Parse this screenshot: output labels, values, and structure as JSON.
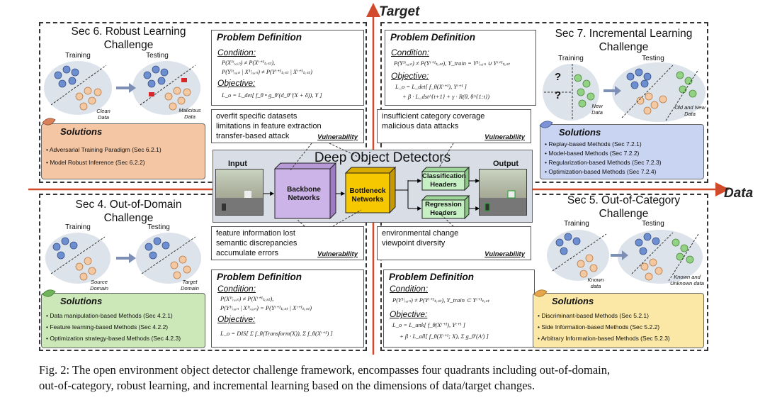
{
  "axes": {
    "target": "Target",
    "data": "Data"
  },
  "center": {
    "title": "Deep Object Detectors",
    "input": "Input",
    "output": "Output",
    "backbone": "Backbone Networks",
    "bottleneck": "Bottleneck Networks",
    "classification": "Classification Headers",
    "regression": "Regression Headers"
  },
  "q_robust": {
    "title_line1": "Sec 6. Robust Learning",
    "title_line2": "Challenge",
    "training": "Training",
    "testing": "Testing",
    "clean": "Clean Data",
    "malicious": "Malicious Data",
    "problem": "Problem Definition",
    "condition": "Condition:",
    "objective": "Objective:",
    "f1": "P(X¹ᵗᵣₐᵢₙ) ≠ P(Xᵗ⁺¹ₜₑₛₜ),",
    "f2": "P(Y¹ᵗᵣₐᵢₙ | X¹ᵗᵣₐᵢₙ) ≠ P(Yᵗ⁺¹ₜₑₛₜ | Xᵗ⁺¹ₜₑₛₜ)",
    "f3": "L_o = L_det[ f_θ • g_θ'(d_θ''(X + δ)), Y ]",
    "vuln": [
      "overfit specific datasets",
      "limitations in feature extraction",
      "transfer-based attack"
    ],
    "vuln_tag": "Vulnerability",
    "solutions": "Solutions",
    "items": [
      "Adversarial Training Paradigm (Sec 6.2.1)",
      "Model Robust Inference (Sec 6.2.2)"
    ]
  },
  "q_incremental": {
    "title_line1": "Sec 7. Incremental Learning",
    "title_line2": "Challenge",
    "training": "Training",
    "testing": "Testing",
    "new": "New Data",
    "oldnew": "Old and New Data",
    "q1": "?",
    "q2": "?",
    "problem": "Problem Definition",
    "condition": "Condition:",
    "objective": "Objective:",
    "f1": "P(Y¹ᵗᵣₐᵢₙ) ≠ P(Yᵗ⁺¹ₜₑₛₜ),   Y_train = Y¹ᵗᵣₐᵢₙ ∪ Yᵗ⁺¹ₜₑₛₜ",
    "f2": "L_o = L_det[ f_θ(Xᵗ⁺¹), Yᵗ⁺¹ ]",
    "f3": "+ β · L_dst^{t+1} + γ · R(θ, θ^{1:t})",
    "vuln": [
      "insufficient category coverage",
      "malicious data attacks"
    ],
    "vuln_tag": "Vulnerability",
    "solutions": "Solutions",
    "items": [
      "Replay-based Methods (Sec 7.2.1)",
      "Model-based Methods (Sec 7.2.2)",
      "Regularization-based Methods (Sec 7.2.3)",
      "Optimization-based Methods (Sec 7.2.4)"
    ]
  },
  "q_domain": {
    "title_line1": "Sec 4. Out-of-Domain",
    "title_line2": "Challenge",
    "training": "Training",
    "testing": "Testing",
    "source": "Source Domain",
    "target": "Target Domain",
    "problem": "Problem Definition",
    "condition": "Condition:",
    "objective": "Objective:",
    "f1": "P(X¹ᵗᵣₐᵢₙ) ≠ P(Xᵗ⁺¹ₜₑₛₜ),",
    "f2": "P(Y¹ᵗᵣₐᵢₙ | X¹ᵗᵣₐᵢₙ) = P(Yᵗ⁺¹ₜₑₛₜ | Xᵗ⁺¹ₜₑₛₜ)",
    "f3": "L_o = DIS[ Σ f_θ(Transform(X)), Σ f_θ(Xᵗ⁺¹) ]",
    "vuln": [
      "feature information lost",
      "semantic discrepancies",
      "accumulate errors"
    ],
    "vuln_tag": "Vulnerability",
    "solutions": "Solutions",
    "items": [
      "Data manipulation-based Methods (Sec 4.2.1)",
      "Feature learning-based Methods (Sec 4.2.2)",
      "Optimization strategy-based Methods (Sec 4.2.3)"
    ]
  },
  "q_category": {
    "title_line1": "Sec 5. Out-of-Category",
    "title_line2": "Challenge",
    "training": "Training",
    "testing": "Testing",
    "known": "Known data",
    "unknown": "Known and Unknown data",
    "problem": "Problem Definition",
    "condition": "Condition:",
    "objective": "Objective:",
    "f1": "P(Y¹ᵗᵣₐᵢₙ) ≠ P(Yᵗ⁺¹ₜₑₛₜ),   Y_train ⊂ Yᵗ⁺¹ₜₑₛₜ",
    "f2": "L_o = L_unk[ f_θ(Xᵗ⁺¹), Yᵗ⁺¹ ]",
    "f3": "+ β · L_all[ f_θ(Xᵗ⁺¹; X), Σ g_θ'(Aⁱ) ]",
    "vuln": [
      "environmental change",
      "viewpoint diversity"
    ],
    "vuln_tag": "Vulnerability",
    "solutions": "Solutions",
    "items": [
      "Discriminant-based Methods (Sec 5.2.1)",
      "Side Information-based Methods (Sec 5.2.2)",
      "Arbitrary Information-based Methods (Sec 5.2.3)"
    ]
  },
  "caption": {
    "line1": "Fig. 2: The open environment object detector challenge framework, encompasses four quadrants including out-of-domain,",
    "line2": "out-of-category, robust learning, and incremental learning based on the dimensions of data/target changes."
  },
  "colors": {
    "backbone": "#cdb4e8",
    "bottleneck": "#f5c800",
    "header": "#c6efc4",
    "sol_robust": "#f5c6a3",
    "sol_incremental": "#c9d4f2",
    "sol_domain": "#cde8b8",
    "sol_category": "#fbe8a6",
    "axis": "#d14a2b"
  }
}
